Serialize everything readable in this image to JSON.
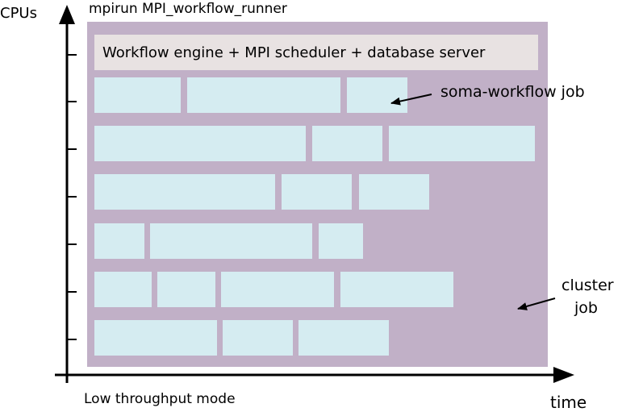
{
  "axes": {
    "y_label": "CPUs",
    "x_label": "time"
  },
  "header_label": "mpirun MPI_workflow_runner",
  "footer_label": "Low throughput mode",
  "engine_label": "Workflow engine + MPI scheduler + database server",
  "annotations": {
    "job_label": "soma-workflow job",
    "cluster_label_line1": "cluster",
    "cluster_label_line2": "job"
  },
  "colors": {
    "cluster_job": "#c1b0c7",
    "engine_box": "#e8e2e2",
    "workflow_job": "#d5ecf1"
  }
}
